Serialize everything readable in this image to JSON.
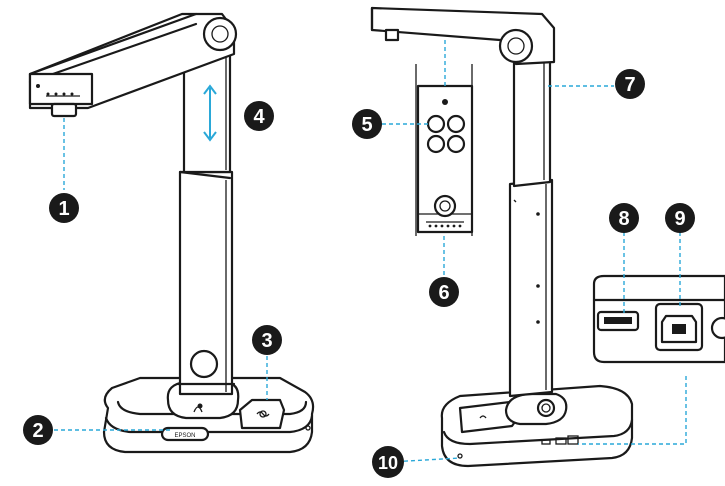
{
  "colors": {
    "outline": "#1a1a1a",
    "leader": "#2aa8d8",
    "badge_fill": "#1a1a1a",
    "badge_text": "#ffffff"
  },
  "callouts": [
    {
      "id": "callout-1",
      "label": "1"
    },
    {
      "id": "callout-2",
      "label": "2"
    },
    {
      "id": "callout-3",
      "label": "3"
    },
    {
      "id": "callout-4",
      "label": "4"
    },
    {
      "id": "callout-5",
      "label": "5"
    },
    {
      "id": "callout-6",
      "label": "6"
    },
    {
      "id": "callout-7",
      "label": "7"
    },
    {
      "id": "callout-8",
      "label": "8"
    },
    {
      "id": "callout-9",
      "label": "9"
    },
    {
      "id": "callout-10",
      "label": "10"
    }
  ],
  "base_logo_text": "EPSON"
}
